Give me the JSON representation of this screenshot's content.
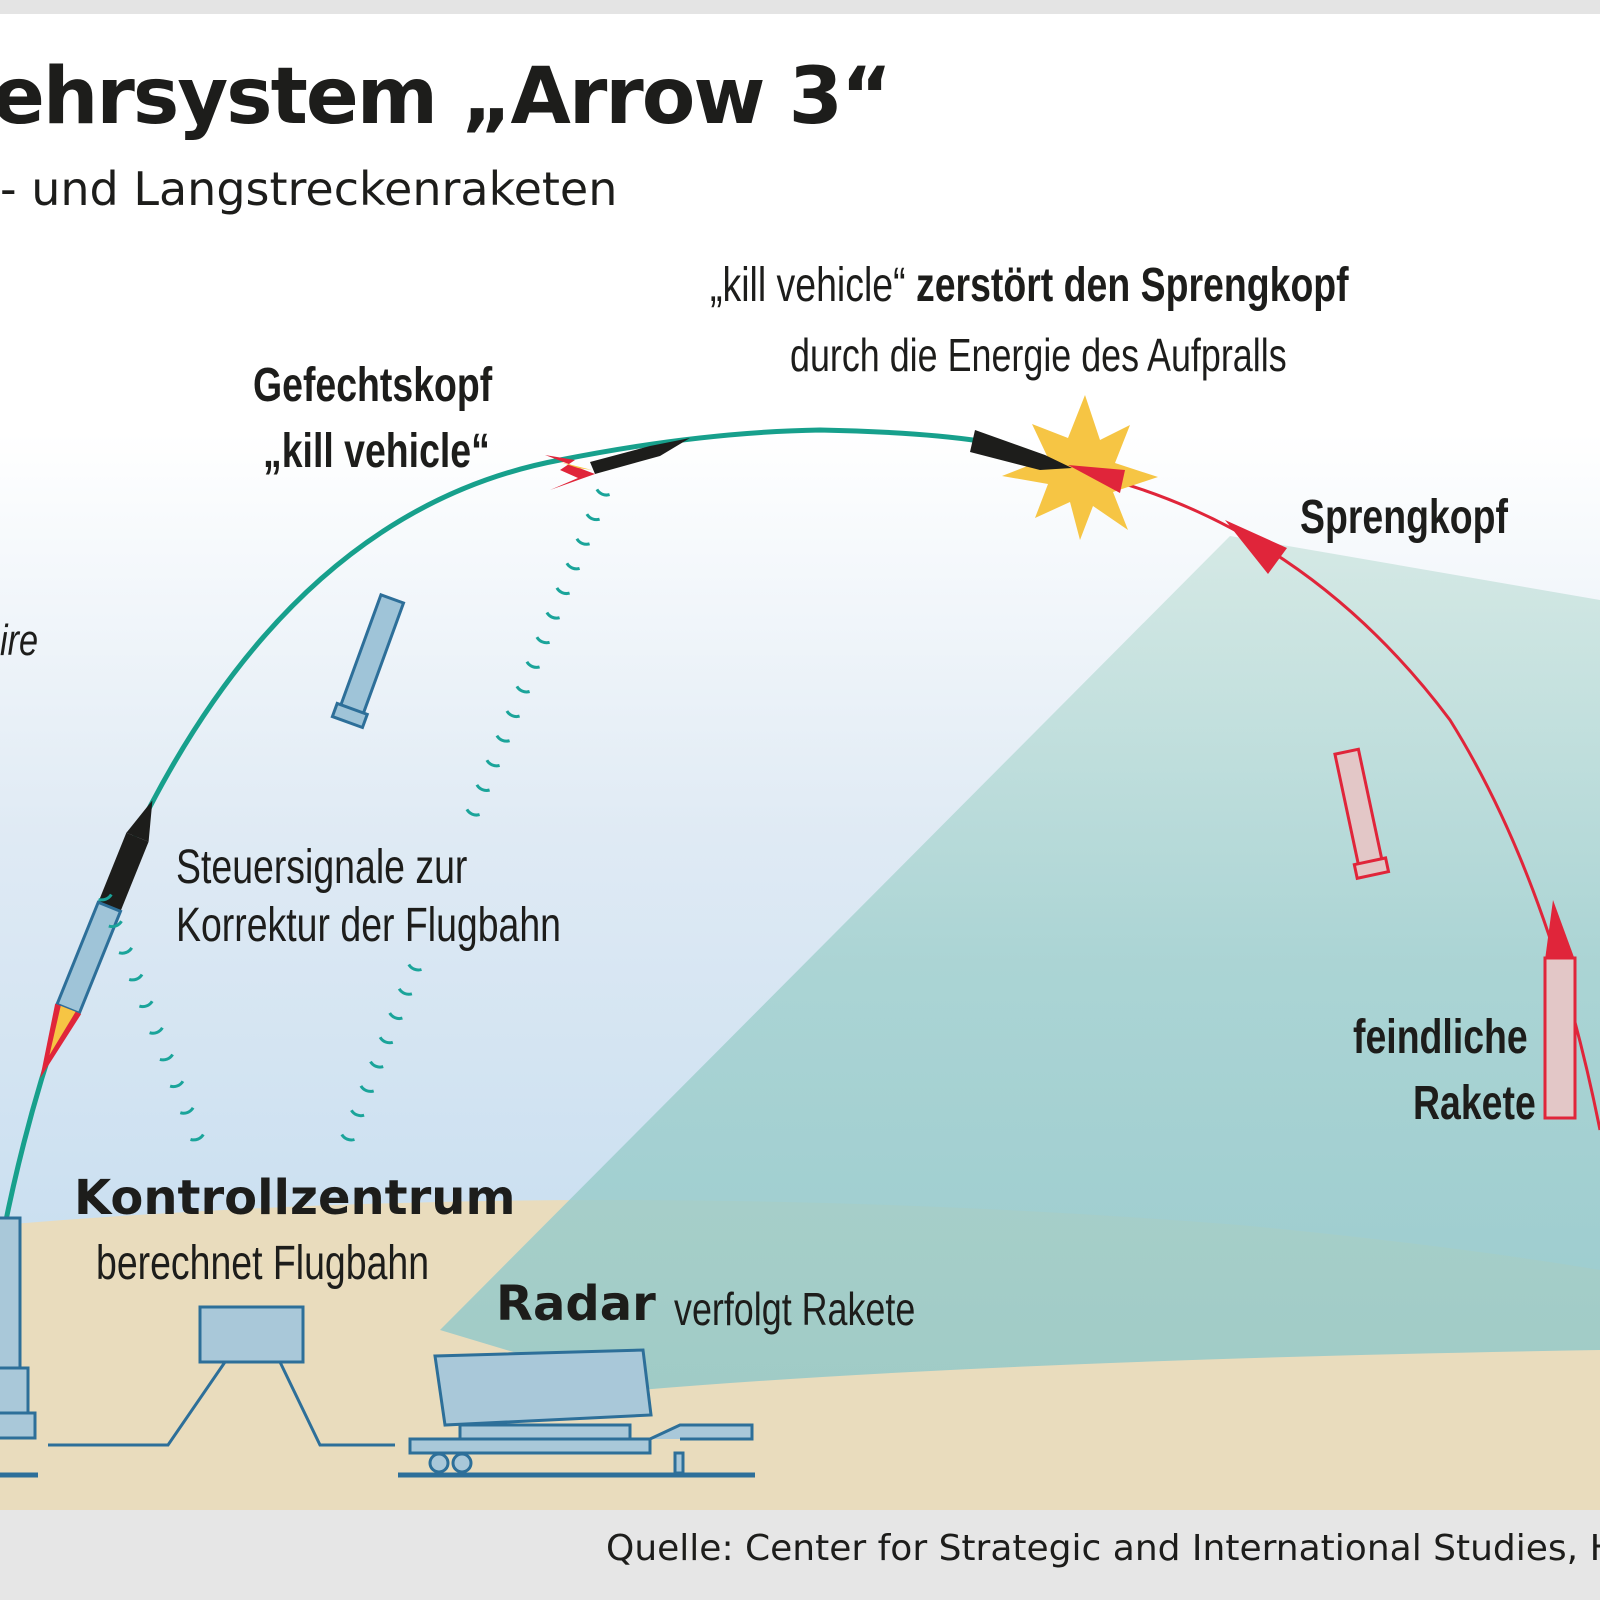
{
  "title": "ehrsystem „Arrow 3“",
  "subtitle": "- und Langstreckenraketen",
  "labels": {
    "kill_vehicle_prefix": "„kill vehicle“",
    "kill_vehicle_action": "zerstört den Sprengkopf",
    "kill_vehicle_detail": "durch die Energie des Aufpralls",
    "gefechtskopf_line1": "Gefechtskopf",
    "gefechtskopf_line2": "„kill vehicle“",
    "sprengkopf": "Sprengkopf",
    "partial_left": "ire",
    "steuersignale_line1": "Steuersignale zur",
    "steuersignale_line2": "Korrektur der Flugbahn",
    "feindliche_line1": "feindliche",
    "feindliche_line2": "Rakete",
    "kontrollzentrum": "Kontrollzentrum",
    "kontrollzentrum_detail": "berechnet Flugbahn",
    "radar": "Radar",
    "radar_detail": "verfolgt Rakete"
  },
  "source": "Quelle: Center for Strategic and International Studies, H",
  "colors": {
    "interceptor_path": "#17a08c",
    "enemy_path": "#e0253a",
    "signal_waves": "#1aa49a",
    "ground": "#e9dcbd",
    "radar_beam": "#8fc9c6",
    "equipment": "#a9c8d9",
    "explosion": "#f6c544"
  }
}
